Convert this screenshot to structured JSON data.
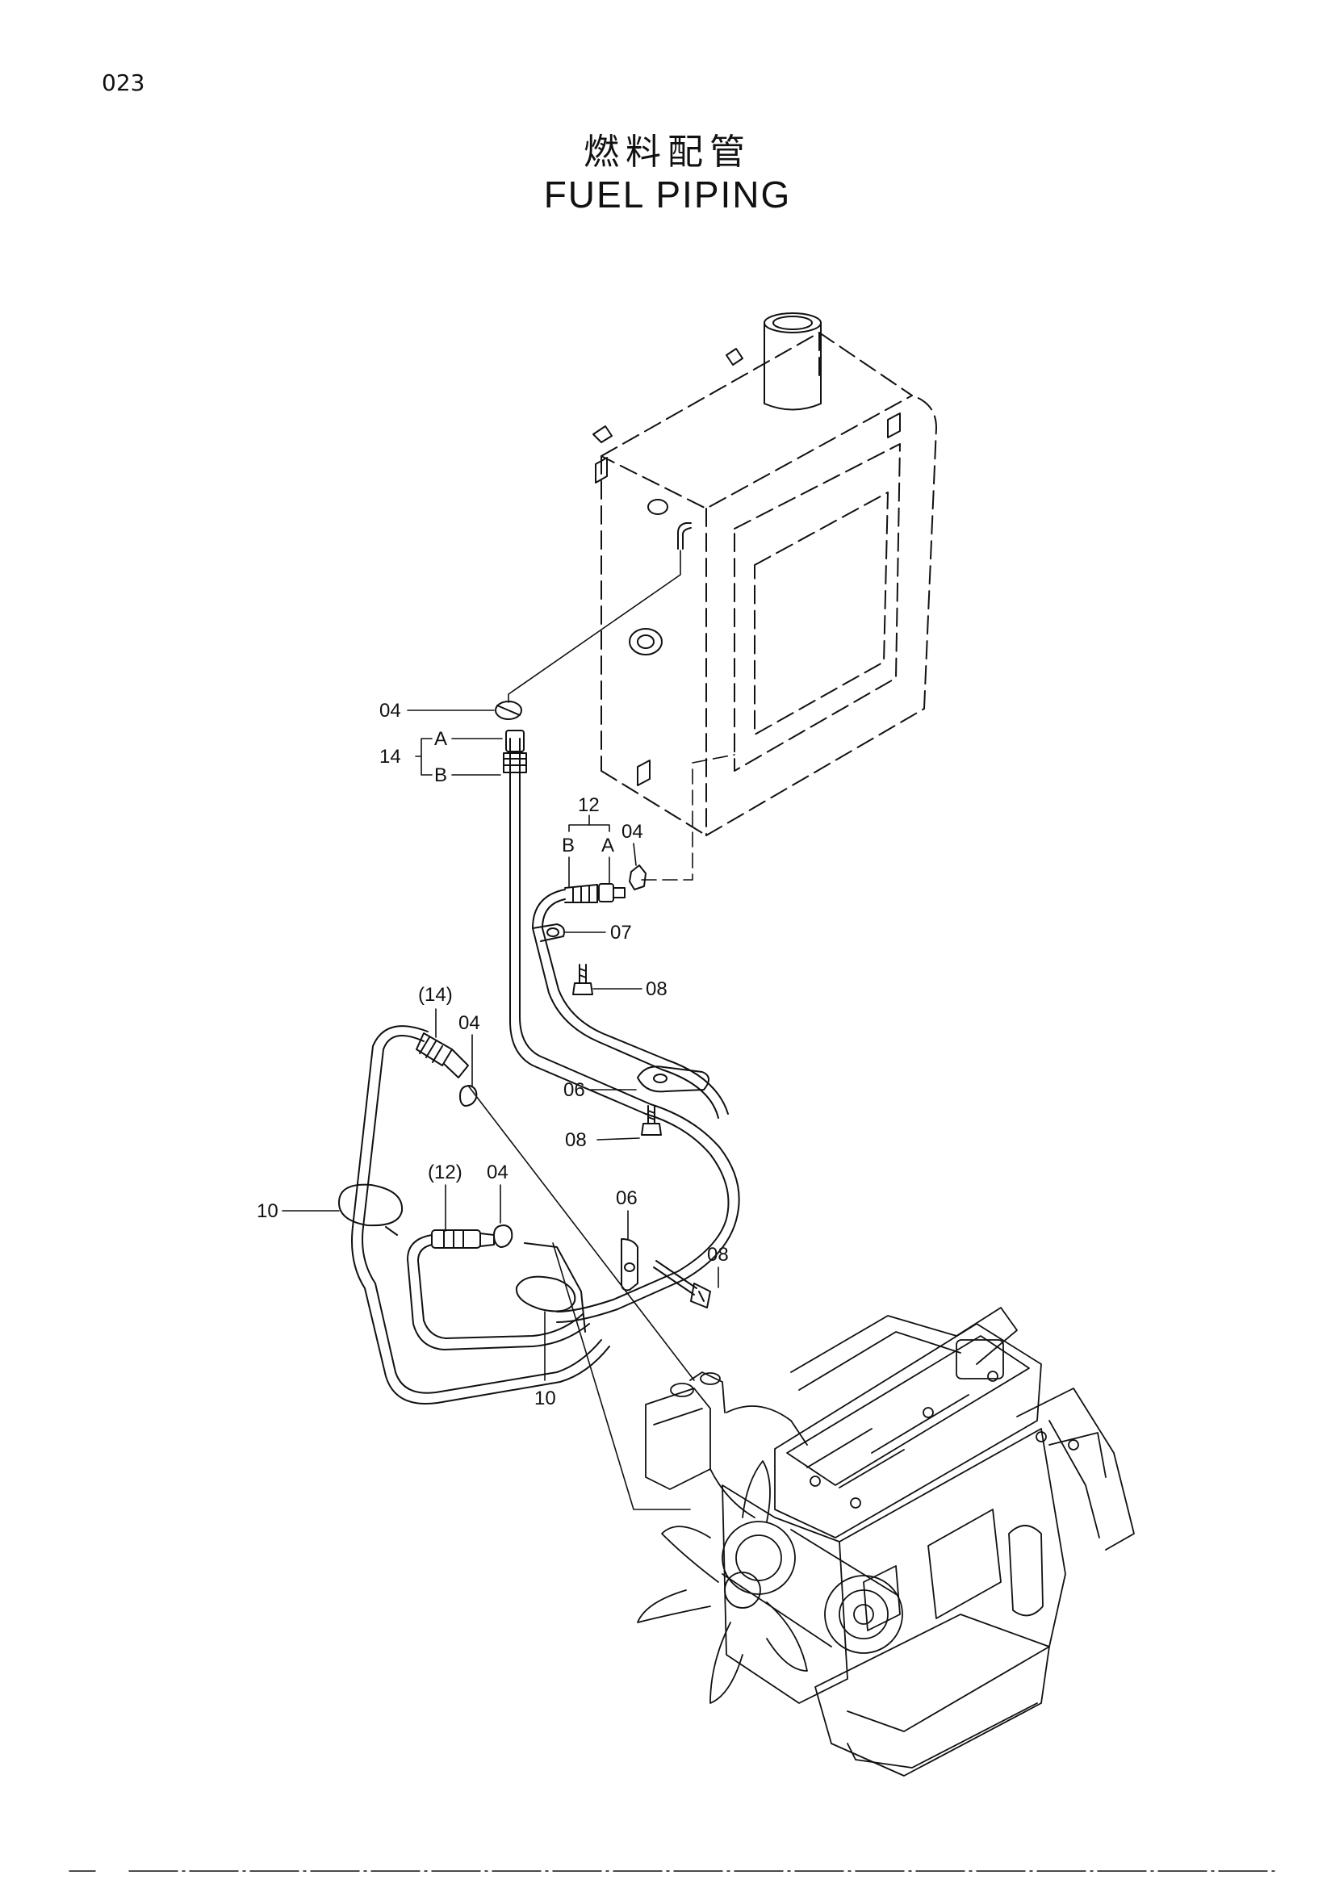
{
  "page": {
    "number": "023"
  },
  "title": {
    "jp": "燃料配管",
    "en": "FUEL  PIPING"
  },
  "callouts": {
    "c04_top": "04",
    "c14": "14",
    "c14_A": "A",
    "c14_B": "B",
    "c12": "12",
    "c12_B": "B",
    "c12_A": "A",
    "c04_mid": "04",
    "c07": "07",
    "c08_top": "08",
    "c14_ref": "(14)",
    "c04_left": "04",
    "c06_mid": "06",
    "c08_mid": "08",
    "c12_ref": "(12)",
    "c04_low": "04",
    "c10_left": "10",
    "c06_low": "06",
    "c08_low": "08",
    "c10_bottom": "10"
  }
}
